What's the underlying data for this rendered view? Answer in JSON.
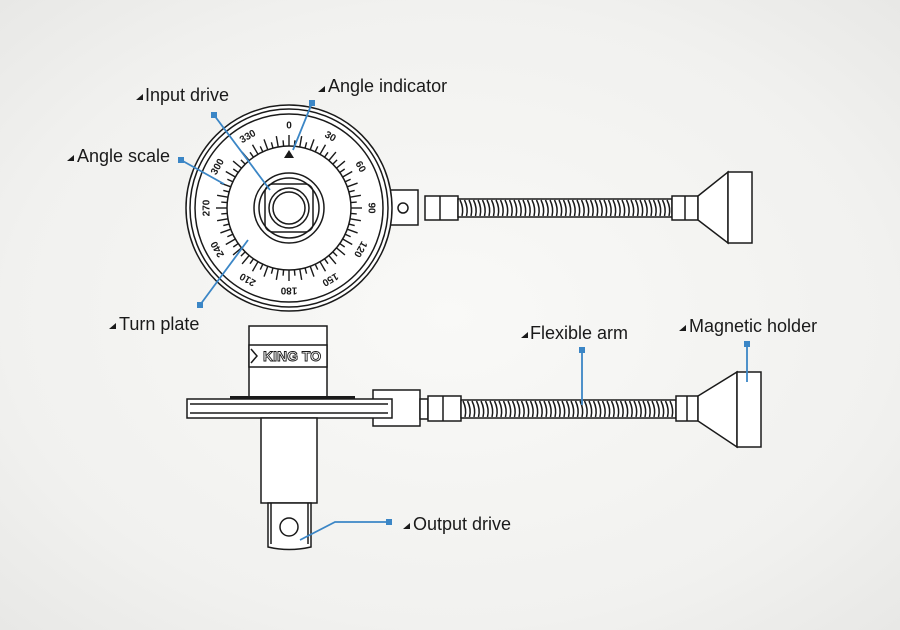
{
  "labels": {
    "input_drive": "Input drive",
    "angle_indicator": "Angle indicator",
    "angle_scale": "Angle scale",
    "turn_plate": "Turn plate",
    "flexible_arm": "Flexible arm",
    "magnetic_holder": "Magnetic holder",
    "output_drive": "Output drive"
  },
  "dial_numbers": [
    "0",
    "30",
    "60",
    "90",
    "120",
    "150",
    "180",
    "210",
    "240",
    "270",
    "300",
    "330"
  ],
  "brand": "KING TO",
  "colors": {
    "leader": "#3b86c6",
    "line": "#1a1a1a"
  }
}
